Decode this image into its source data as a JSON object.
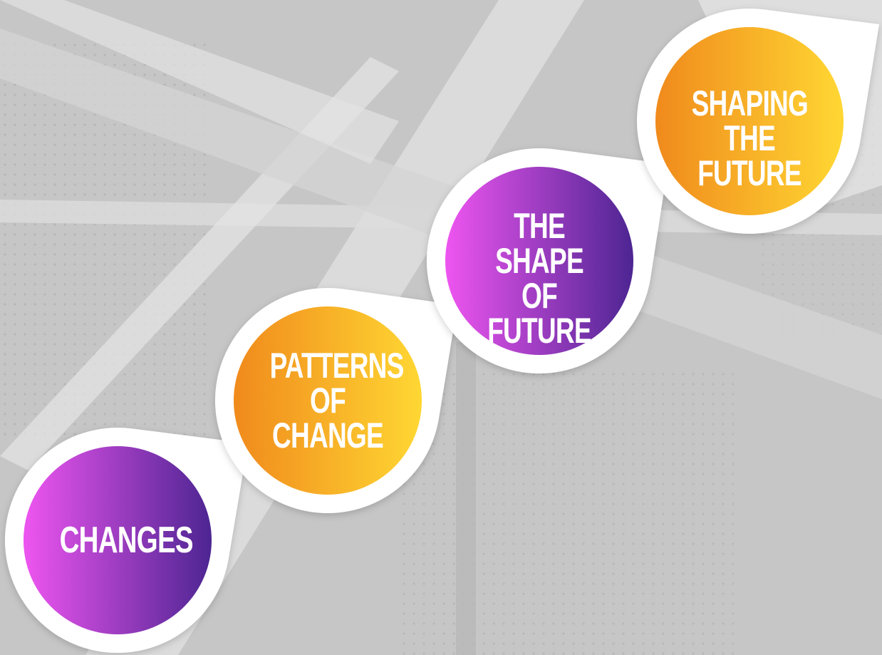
{
  "steps": [
    {
      "lines": [
        "Changes"
      ],
      "scheme": "purple"
    },
    {
      "lines": [
        "Patterns",
        "of",
        "Change"
      ],
      "scheme": "orange"
    },
    {
      "lines": [
        "The Shape",
        "of",
        "Future"
      ],
      "scheme": "purple"
    },
    {
      "lines": [
        "Shaping",
        "the Future"
      ],
      "scheme": "orange"
    }
  ],
  "colors": {
    "purple_start": "#ee55f0",
    "purple_end": "#4d2592",
    "orange_start": "#f08a1c",
    "orange_end": "#ffd733",
    "bubble": "#ffffff",
    "text": "#ffffff"
  },
  "background": {
    "description_icon": "metal-structure-photo",
    "tone": "grayscale"
  }
}
